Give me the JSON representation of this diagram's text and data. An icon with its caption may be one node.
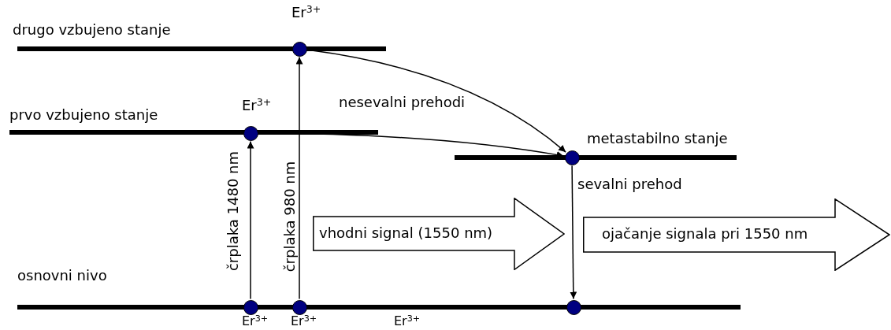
{
  "diagram": {
    "nodes": [
      {
        "text": [],
        "shape": "circle",
        "beside": [
          "Er$^{3+}$"
        ]
      },
      {
        "text": [],
        "shape": "circle",
        "beside": [
          "Er$^{3+}$"
        ]
      },
      {
        "text": [],
        "shape": "circle"
      },
      {
        "text": [],
        "shape": "circle",
        "beside": [
          "Er$^{3+}$"
        ]
      },
      {
        "text": [],
        "shape": "circle",
        "beside": [
          "Er$^{3+}$"
        ]
      },
      {
        "text": [],
        "shape": "circle"
      },
      {
        "text": [
          "vhodni signal (1550 nm)"
        ]
      },
      {
        "text": [
          "ojačanje signala pri 1550 nm"
        ]
      }
    ],
    "edges": [
      {
        "from": 3,
        "to": 1,
        "arrow": "to",
        "label": "črplaka 1480 nm"
      },
      {
        "from": 4,
        "to": 0,
        "arrow": "to",
        "label": "črplaka 980 nm"
      },
      {
        "from": 0,
        "to": 2,
        "arrow": "to"
      },
      {
        "from": 1,
        "to": 2,
        "arrow": "to"
      },
      {
        "from": 2,
        "to": 5,
        "arrow": "to",
        "label": "sevalni prehod"
      }
    ],
    "labels": [
      "drugo vzbujeno stanje",
      "prvo vzbujeno stanje",
      "nesevalni prehodi",
      "metastabilno stanje",
      "osnovni nivo",
      "Er$^{3+}$"
    ]
  }
}
